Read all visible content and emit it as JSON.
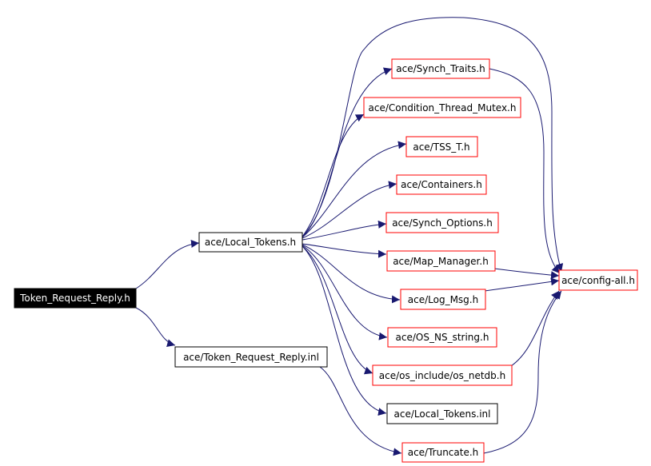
{
  "colors": {
    "edge": "#191970",
    "root_fill": "#000000",
    "root_text": "#ffffff",
    "documented_border": "#000000",
    "undocumented_border": "#ff0000",
    "text": "#000000",
    "background": "#ffffff"
  },
  "nodes": [
    {
      "id": "n0",
      "label": "Token_Request_Reply.h"
    },
    {
      "id": "n1",
      "label": "ace/Local_Tokens.h"
    },
    {
      "id": "n2",
      "label": "ace/Token_Request_Reply.inl"
    },
    {
      "id": "n3",
      "label": "ace/Synch_Traits.h"
    },
    {
      "id": "n4",
      "label": "ace/Condition_Thread_Mutex.h"
    },
    {
      "id": "n5",
      "label": "ace/TSS_T.h"
    },
    {
      "id": "n6",
      "label": "ace/Containers.h"
    },
    {
      "id": "n7",
      "label": "ace/Synch_Options.h"
    },
    {
      "id": "n8",
      "label": "ace/Map_Manager.h"
    },
    {
      "id": "n9",
      "label": "ace/Log_Msg.h"
    },
    {
      "id": "n10",
      "label": "ace/OS_NS_string.h"
    },
    {
      "id": "n11",
      "label": "ace/os_include/os_netdb.h"
    },
    {
      "id": "n12",
      "label": "ace/Local_Tokens.inl"
    },
    {
      "id": "n13",
      "label": "ace/Truncate.h"
    },
    {
      "id": "n14",
      "label": "ace/config-all.h"
    }
  ],
  "edges": [
    {
      "from": "n0",
      "to": "n1"
    },
    {
      "from": "n0",
      "to": "n2"
    },
    {
      "from": "n1",
      "to": "n3"
    },
    {
      "from": "n1",
      "to": "n4"
    },
    {
      "from": "n1",
      "to": "n5"
    },
    {
      "from": "n1",
      "to": "n6"
    },
    {
      "from": "n1",
      "to": "n7"
    },
    {
      "from": "n1",
      "to": "n8"
    },
    {
      "from": "n1",
      "to": "n9"
    },
    {
      "from": "n1",
      "to": "n10"
    },
    {
      "from": "n1",
      "to": "n11"
    },
    {
      "from": "n1",
      "to": "n12"
    },
    {
      "from": "n1",
      "to": "n14"
    },
    {
      "from": "n2",
      "to": "n13"
    },
    {
      "from": "n3",
      "to": "n14"
    },
    {
      "from": "n8",
      "to": "n14"
    },
    {
      "from": "n9",
      "to": "n14"
    },
    {
      "from": "n11",
      "to": "n14"
    },
    {
      "from": "n13",
      "to": "n14"
    }
  ]
}
